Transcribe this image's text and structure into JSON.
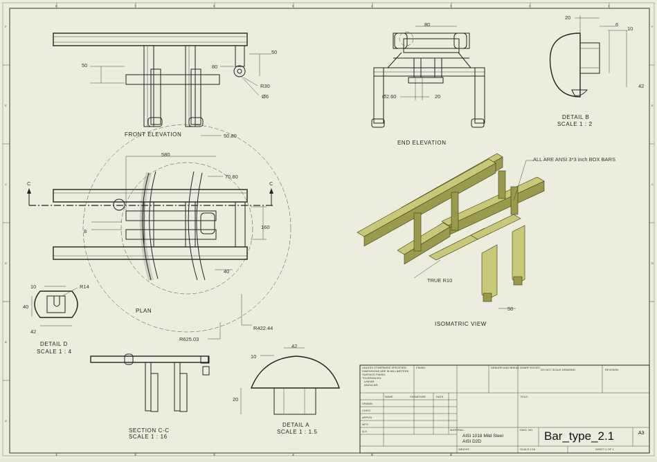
{
  "views": {
    "front_elevation": "FRONT ELEVATION",
    "end_elevation": "END ELEVATION",
    "plan": "PLAN",
    "isometric": "ISOMATRIC VIEW",
    "detail_b_title": "DETAIL B",
    "detail_b_scale": "SCALE 1 : 2",
    "detail_d_title": "DETAIL D",
    "detail_d_scale": "SCALE 1 : 4",
    "section_title": "SECTION C-C",
    "section_scale": "SCALE 1 : 16",
    "detail_a_title": "DETAIL A",
    "detail_a_scale": "SCALE 1 : 1.5"
  },
  "dimensions": {
    "fe_50_left": "50",
    "fe_50_right": "50",
    "fe_80": "80",
    "fe_r30": "R30",
    "fe_dia6": "Ø6",
    "ee_80": "80",
    "ee_d260": "Ø2.60",
    "ee_20": "20",
    "db_20": "20",
    "db_6": "6",
    "db_10": "10",
    "db_42": "42",
    "pl_580": "580",
    "pl_5080": "50.80",
    "pl_7080": "70.80",
    "pl_8": "8",
    "pl_160": "160",
    "pl_40": "40",
    "pl_r42244": "R422.44",
    "pl_r62503": "R625.03",
    "dd_10": "10",
    "dd_r14": "R14",
    "dd_40": "40",
    "dd_42": "42",
    "da_10": "10",
    "da_42": "42",
    "da_20": "20",
    "iso_50": "50"
  },
  "section_marker": "C",
  "annotations": {
    "box_bars": "ALL ARE ANSI 3*3 inch BOX BARS",
    "true_r10": "TRUE R10"
  },
  "border": {
    "top_numbers": [
      "1",
      "2",
      "3",
      "4",
      "5",
      "6",
      "7",
      "8"
    ],
    "side_letters": [
      "A",
      "B",
      "C",
      "D",
      "E",
      "F"
    ]
  },
  "title_block": {
    "drawing_title": "Bar_type_2.1",
    "sheet_size": "A3",
    "material_line1": "AISI 1018 Mild Steel",
    "material_line2": "AISI D2D",
    "material_header": "MATERIAL:",
    "rows": [
      "DRAWN",
      "CHK'D",
      "APPV'D",
      "MFG",
      "Q.A"
    ],
    "col_name": "NAME",
    "col_signature": "SIGNATURE",
    "col_date": "DATE",
    "notes": [
      "UNLESS OTHERWISE SPECIFIED:",
      "DIMENSIONS ARE IN MILLIMETERS",
      "SURFACE FINISH:",
      "TOLERANCES:",
      "LINEAR:",
      "ANGULAR:"
    ],
    "finish": "FINISH:",
    "deburr": "DEBURR AND BREAK SHARP EDGES",
    "do_not_scale": "DO NOT SCALE DRAWING",
    "revision": "REVISION",
    "title_label": "TITLE:",
    "dwg_no": "DWG. NO.",
    "weight": "WEIGHT:",
    "scale": "SCALE:1:16",
    "sheet": "SHEET 1 OF 1"
  }
}
